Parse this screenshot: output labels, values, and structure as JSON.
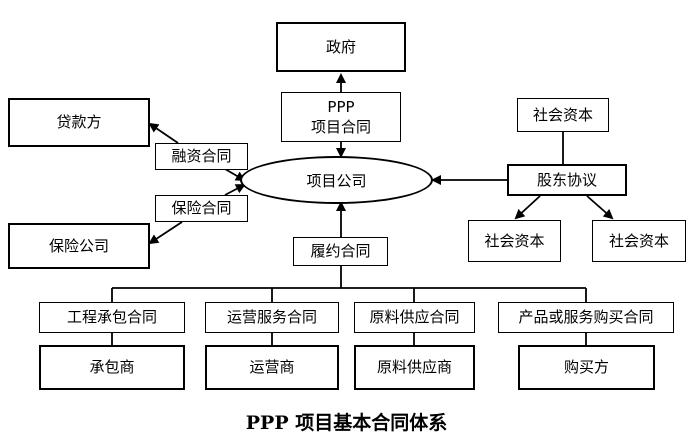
{
  "title": "PPP 项目基本合同体系",
  "nodes": {
    "government": "政府",
    "ppp_contract": "PPP\n项目合同",
    "project_company": "项目公司",
    "lender": "贷款方",
    "financing_contract": "融资合同",
    "insurance_contract": "保险合同",
    "insurance_company": "保险公司",
    "social_capital_top": "社会资本",
    "shareholder_agreement": "股东协议",
    "social_capital_left": "社会资本",
    "social_capital_right": "社会资本",
    "performance_contract": "履约合同"
  },
  "contracts": [
    {
      "contract": "工程承包合同",
      "party": "承包商"
    },
    {
      "contract": "运营服务合同",
      "party": "运营商"
    },
    {
      "contract": "原料供应合同",
      "party": "原料供应商"
    },
    {
      "contract": "产品或服务购买合同",
      "party": "购买方"
    }
  ]
}
